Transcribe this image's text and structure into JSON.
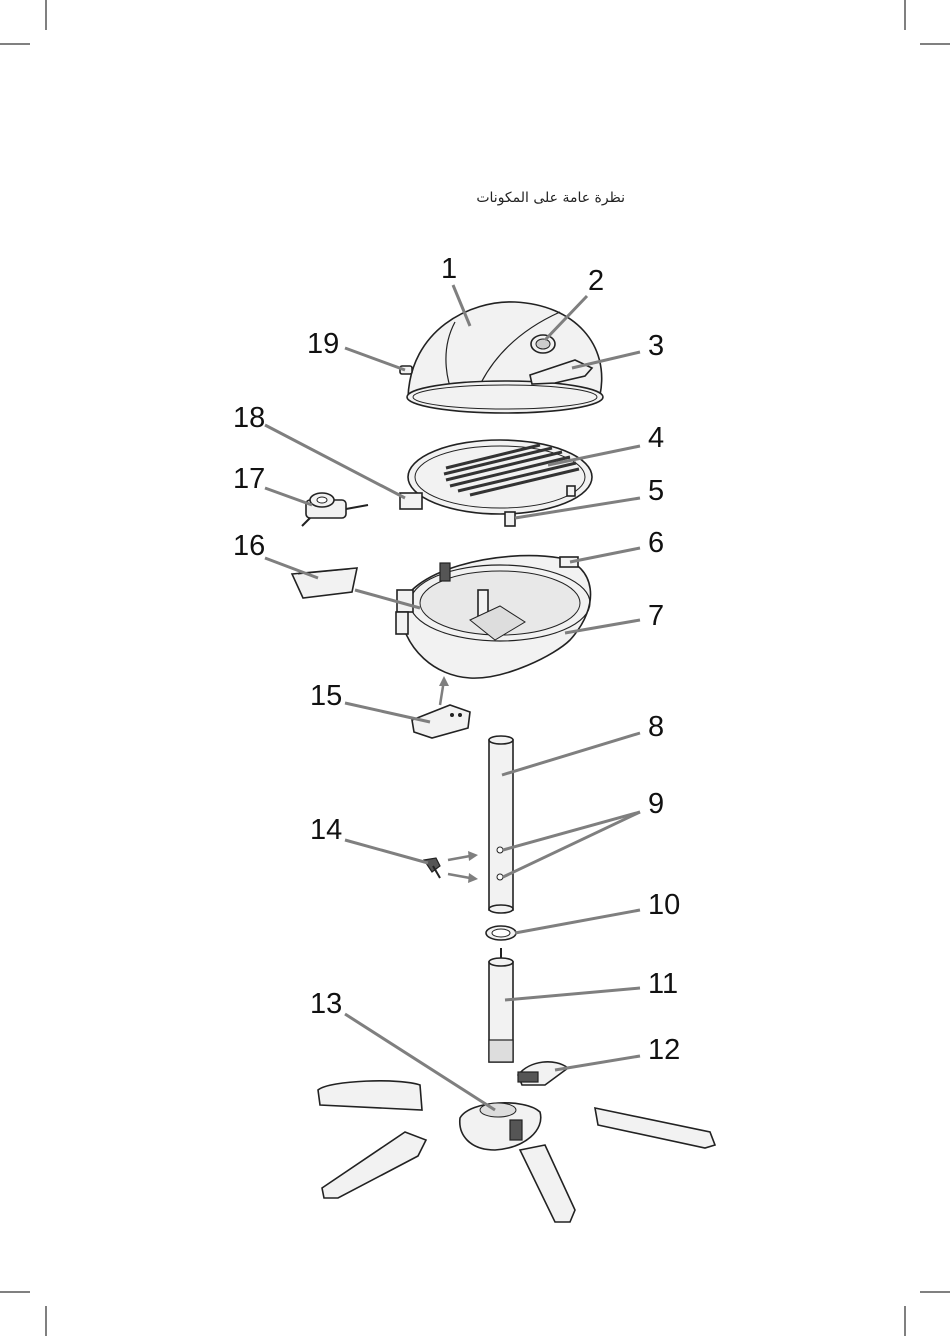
{
  "header": {
    "title": "نظرة عامة على المكونات"
  },
  "diagram": {
    "callouts": [
      {
        "label": "1"
      },
      {
        "label": "2"
      },
      {
        "label": "3"
      },
      {
        "label": "4"
      },
      {
        "label": "5"
      },
      {
        "label": "6"
      },
      {
        "label": "7"
      },
      {
        "label": "8"
      },
      {
        "label": "9"
      },
      {
        "label": "10"
      },
      {
        "label": "11"
      },
      {
        "label": "12"
      },
      {
        "label": "13"
      },
      {
        "label": "14"
      },
      {
        "label": "15"
      },
      {
        "label": "16"
      },
      {
        "label": "17"
      },
      {
        "label": "18"
      },
      {
        "label": "19"
      }
    ]
  }
}
